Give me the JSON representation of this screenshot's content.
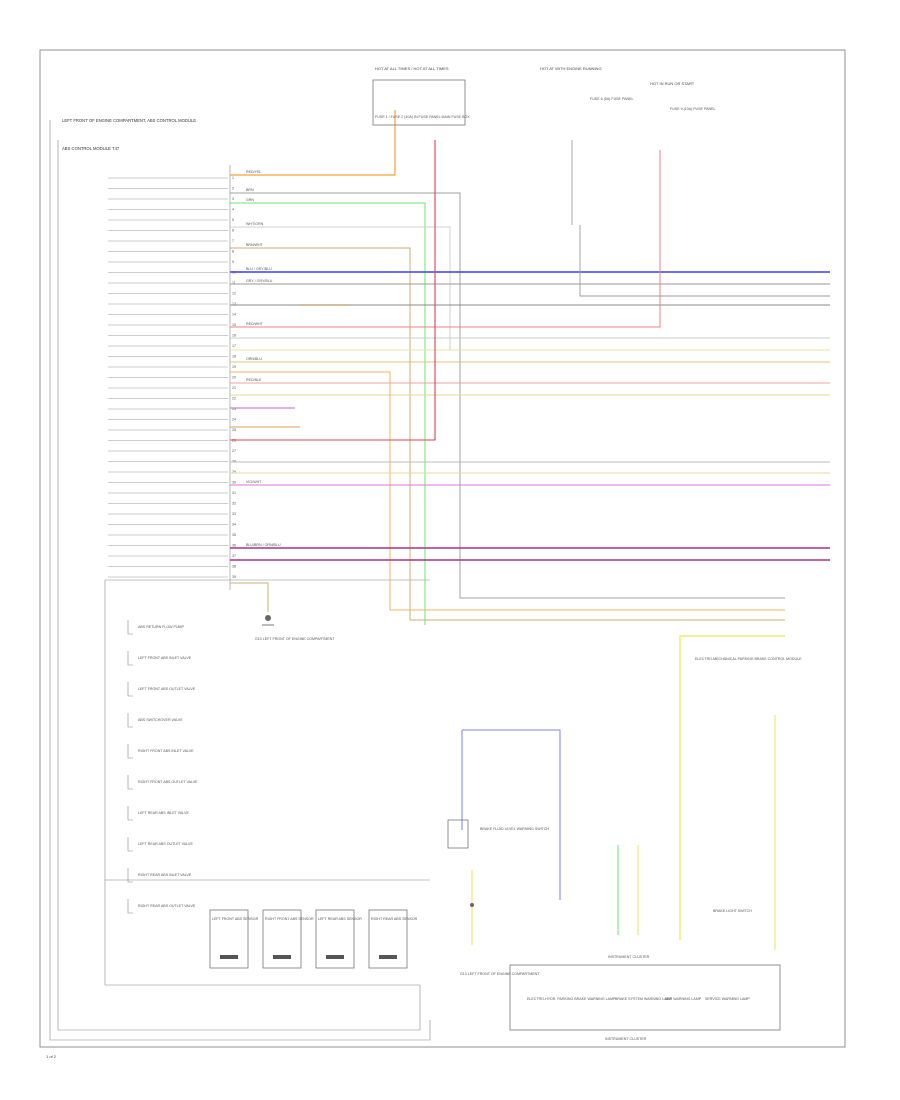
{
  "page_number": "1 of 2",
  "module": {
    "title": "LEFT FRONT OF ENGINE COMPARTMENT, ABS CONTROL MODULE",
    "connector": "ABS CONTROL MODULE T47"
  },
  "fuses_top": [
    {
      "label": "HOT AT ALL TIMES / HOT AT ALL TIMES",
      "fuse": "FUSE 1 / FUSE 2 (40A) IN FUSE PANEL MAIN FUSE BOX"
    },
    {
      "label": "HOT AT WITH ENGINE RUNNING",
      "fuse": "FUSE 6 (5A) FUSE PANEL"
    },
    {
      "label": "HOT IN RUN OR START",
      "fuse": "FUSE 9 (10A) FUSE PANEL"
    }
  ],
  "wires": [
    {
      "color": "#f4a23c",
      "label": "RED/YEL"
    },
    {
      "color": "#888888",
      "label": "BRN"
    },
    {
      "color": "#6be56b",
      "label": "GRN"
    },
    {
      "color": "#d8c69a",
      "label": "WHT/GRN"
    },
    {
      "color": "#c8b06c",
      "label": "BRN/WHT"
    },
    {
      "color": "#3d3df0",
      "label": "BLU / GRY/BLU"
    },
    {
      "color": "#9a9a9a",
      "label": "GRY / GRY/BLU"
    },
    {
      "color": "#f08080",
      "label": "RED/WHT"
    },
    {
      "color": "#e5c57a",
      "label": "ORN/BLU"
    },
    {
      "color": "#f0a0a0",
      "label": "RED/BLK"
    },
    {
      "color": "#e070e0",
      "label": "VIO/WHT"
    },
    {
      "color": "#a8308a",
      "label": "BLU/BRN / ORN/BLU"
    }
  ],
  "components_right": {
    "ecm": "ELECTRO-MECHANICAL PARKING BRAKE CONTROL MODULE",
    "instrument_cluster": "INSTRUMENT CLUSTER",
    "cluster_items": [
      "ELECTRO-HYDR. PARKING BRAKE WARNING LAMP",
      "BRAKE SYSTEM WARNING LAMP",
      "ABS WARNING LAMP",
      "SERVICE WARNING LAMP"
    ],
    "brake_light_switch": "BRAKE LIGHT SWITCH",
    "ground": "G13 LEFT FRONT OF ENGINE COMPARTMENT",
    "brake_fluid": "BRAKE FLUID LEVEL WARNING SWITCH"
  },
  "valves": [
    "ABS RETURN FLOW PUMP",
    "LEFT FRONT ABS INLET VALVE",
    "LEFT FRONT ABS OUTLET VALVE",
    "ABS SWITCHOVER VALVE",
    "RIGHT FRONT ABS INLET VALVE",
    "RIGHT FRONT ABS OUTLET VALVE",
    "LEFT REAR ABS INLET VALVE",
    "LEFT REAR ABS OUTLET VALVE",
    "RIGHT REAR ABS INLET VALVE",
    "RIGHT REAR ABS OUTLET VALVE"
  ],
  "sensors": [
    "LEFT FRONT ABS SENSOR",
    "RIGHT FRONT ABS SENSOR",
    "LEFT REAR ABS SENSOR",
    "RIGHT REAR ABS SENSOR"
  ],
  "ground_bottom": "G10 LEFT FRONT OF ENGINE COMPARTMENT",
  "footer": "INSTRUMENT CLUSTER"
}
